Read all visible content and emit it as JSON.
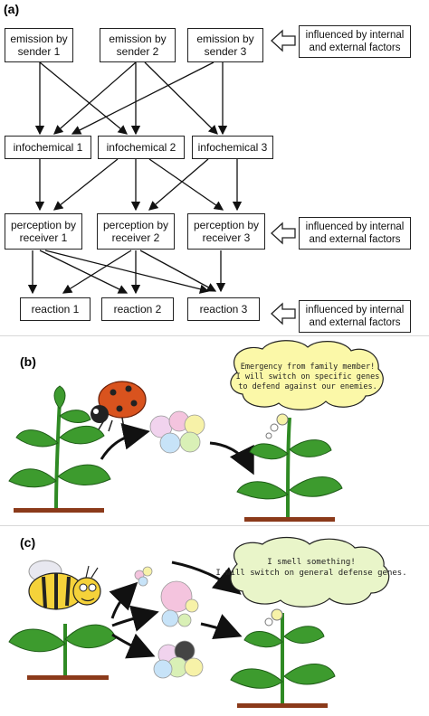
{
  "panel_a": {
    "label": "(a)",
    "senders": [
      "emission by\nsender 1",
      "emission by\nsender 2",
      "emission by\nsender 3"
    ],
    "infochemicals": [
      "infochemical 1",
      "infochemical 2",
      "infochemical 3"
    ],
    "receivers": [
      "perception by\nreceiver 1",
      "perception by\nreceiver 2",
      "perception by\nreceiver 3"
    ],
    "reactions": [
      "reaction 1",
      "reaction 2",
      "reaction 3"
    ],
    "influence": "influenced by internal\nand external factors"
  },
  "panel_b": {
    "label": "(b)",
    "bubble_text": [
      "Emergency from family member!",
      "I will switch on specific genes",
      "to defend against our enemies."
    ]
  },
  "panel_c": {
    "label": "(c)",
    "bubble_text": [
      "I smell something!",
      "I will switch on general defense genes."
    ]
  },
  "colors": {
    "leaf": "#3d9b2e",
    "stem": "#3d9b2e",
    "soil": "#8b3a1a",
    "bubble": "#fbf8a8",
    "bubble_c": "#e9f5c9",
    "ladybug": "#d9531e"
  },
  "icons": [
    "ladybug-icon",
    "bee-icon",
    "plant-icon",
    "odor-droplets-icon",
    "thought-bubble-icon"
  ]
}
